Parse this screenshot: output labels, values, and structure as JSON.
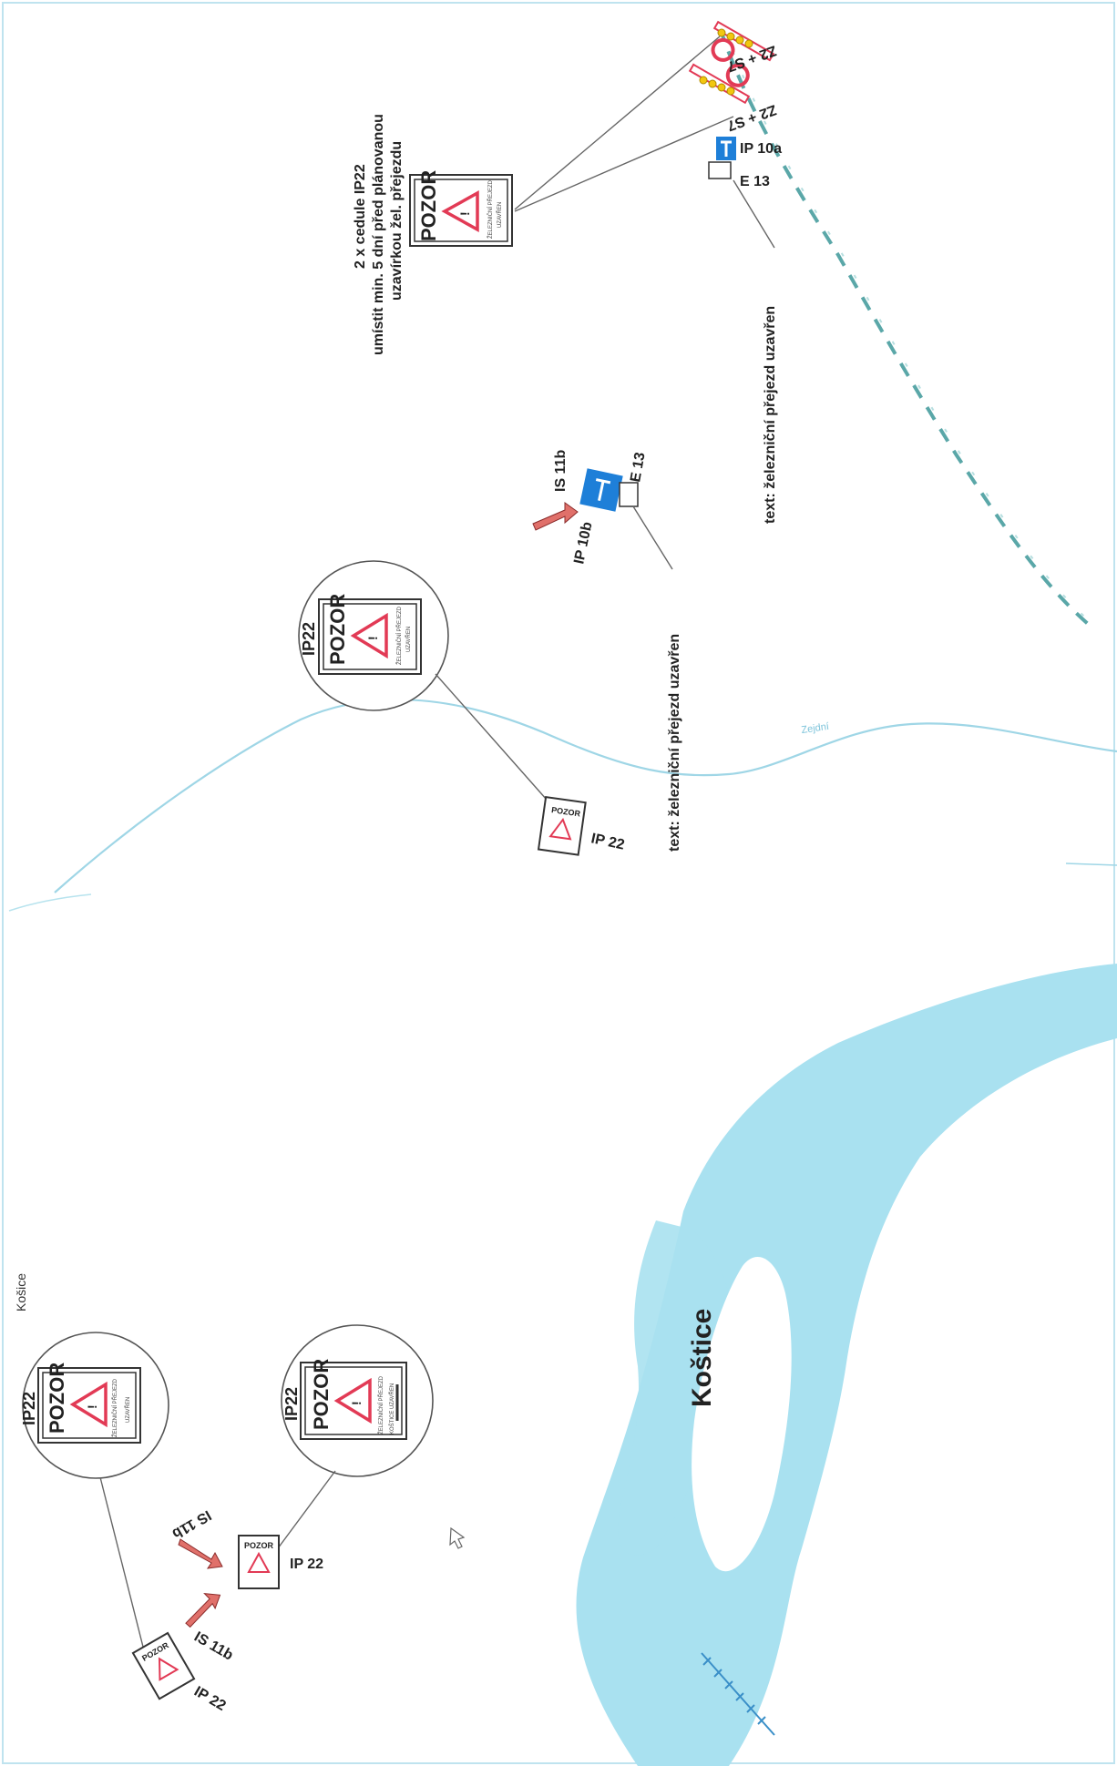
{
  "map": {
    "town_label": "Košice",
    "place_label": "Koštice",
    "river_label": "Zejdní"
  },
  "signs": {
    "pozor": "POZOR",
    "exclamation": "!",
    "text_a": "ŽELEZNIČNÍ PŘEJEZD",
    "text_b": "UZAVŘEN",
    "text_c": "KOŠTICE UZAVŘEN"
  },
  "labels": {
    "ip22": "IP22",
    "ip_22": "IP 22",
    "is11b": "IS 11b",
    "ip10a": "IP 10a",
    "ip10b": "IP 10b",
    "e13": "E 13",
    "z2s7": "Z2 + S7",
    "text_closed": "text: železniční přejezd uzavřen",
    "note_line1": "2 x cedule IP22",
    "note_line2": "umístit min. 5 dní před plánovanou",
    "note_line3": "uzavírkou žel. přejezdu"
  },
  "colors": {
    "river": "#a9e1f0",
    "river_line": "#9fd6e6",
    "railway": "#5aa7a8",
    "sign_red": "#e23a55",
    "ip_blue": "#1e7fd8"
  }
}
